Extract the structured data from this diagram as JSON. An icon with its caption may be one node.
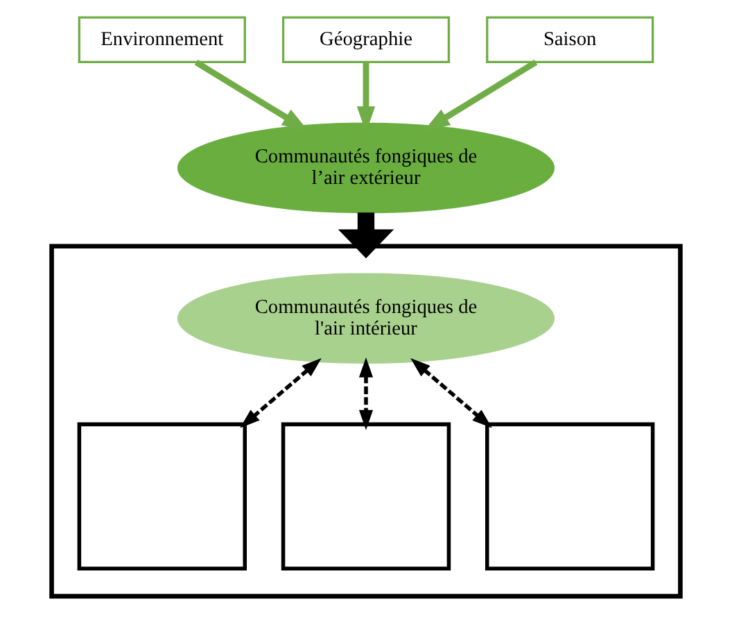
{
  "diagram": {
    "nodes": [
      {
        "text": [
          "Environnement"
        ]
      },
      {
        "text": [
          "Géographie"
        ]
      },
      {
        "text": [
          "Saison"
        ]
      },
      {
        "text": [
          "Communautés fongiques de l’air extérieur"
        ]
      },
      {
        "text": [],
        "shape": "house"
      },
      {
        "text": [
          "Communautés fongiques de l'air intérieur"
        ],
        "in": 4
      },
      {
        "text": [],
        "shape": "box",
        "in": 4
      },
      {
        "text": [],
        "shape": "box",
        "in": 4
      },
      {
        "text": [],
        "shape": "box",
        "in": 4
      }
    ],
    "edges": [
      {
        "from": 0,
        "to": 3,
        "arrow": "to",
        "color": "#70ad47"
      },
      {
        "from": 1,
        "to": 3,
        "arrow": "to",
        "color": "#70ad47"
      },
      {
        "from": 2,
        "to": 3,
        "arrow": "to",
        "color": "#70ad47"
      },
      {
        "from": 3,
        "to": 4,
        "arrow": "to",
        "style": "thick"
      },
      {
        "from": 5,
        "to": 6,
        "arrow": "both",
        "style": "dashed"
      },
      {
        "from": 5,
        "to": 7,
        "arrow": "both",
        "style": "dashed"
      },
      {
        "from": 5,
        "to": 8,
        "arrow": "both",
        "style": "dashed"
      }
    ]
  }
}
